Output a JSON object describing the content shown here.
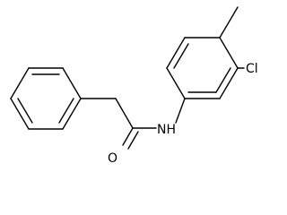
{
  "molecule": {
    "atoms": {
      "oxygen": "O",
      "amide_nitrogen": "NH",
      "chlorine": "Cl"
    }
  },
  "colors": {
    "bond": "#000000",
    "label": "#000000",
    "background": "#ffffff"
  }
}
